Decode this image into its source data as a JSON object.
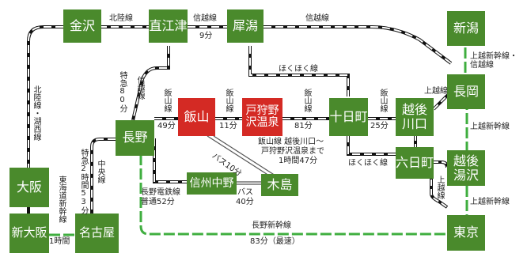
{
  "stations": {
    "kanazawa": "金沢",
    "naoetsu": "直江津",
    "saigata": "犀潟",
    "niigata": "新潟",
    "nagaoka": "長岡",
    "iiyama": "飯山",
    "togari": "戸狩野沢温泉",
    "tokamachi": "十日町",
    "echigo_kawaguchi": "越後川口",
    "muikamachi": "六日町",
    "echigo_yuzawa": "越後湯沢",
    "nagano": "長野",
    "shinshu_nakano": "信州中野",
    "kijima": "木島",
    "osaka": "大阪",
    "shin_osaka": "新大阪",
    "nagoya": "名古屋",
    "tokyo": "東京"
  },
  "labels": {
    "hokuriku_line": "北陸線",
    "shinetsu_top": "信越線",
    "nine_min": "9分",
    "shinetsu_right": "信越線",
    "hokuriku_kosei": "北陸線・湖西線",
    "tokaido_shinkansen": "東海道新幹線",
    "one_hour": "1時間",
    "express_80": "特急80分",
    "shinetsu_left": "信越線",
    "iiyama_line_1": "飯山線",
    "min_49": "49分",
    "iiyama_line_2": "飯山線",
    "min_11": "11分",
    "iiyama_line_3": "飯山線",
    "min_81": "81分",
    "iiyama_line_4": "飯山線",
    "min_25": "25分",
    "hokuhoku_1": "ほくほく線",
    "hokuhoku_2": "ほくほく線",
    "joetsu_shinkansen_shinetsu": "上越新幹線・信越線",
    "joetsu_line_1": "上越線",
    "joetsu_line_2": "上越線",
    "joetsu_shinkansen_1": "上越新幹線",
    "joetsu_shinkansen_2": "上越新幹線",
    "note_line1": "飯山線 越後川口～",
    "note_line2": "戸狩野沢温泉まで",
    "note_line3": "1時間47分",
    "bus_10": "バス10分",
    "nagano_dentetsu": "長野電鉄線",
    "local_52": "普通52分",
    "bus": "バス",
    "min_40": "40分",
    "express_2h53": "特急2時間53分",
    "chuo_line": "中央線",
    "nagano_shinkansen": "長野新幹線",
    "fastest_83": "83分（最速）"
  },
  "colors": {
    "station_green": "#4a8a2c",
    "station_red": "#d42a24",
    "shinkansen_green": "#3fae3f",
    "rail_black": "#111111"
  }
}
